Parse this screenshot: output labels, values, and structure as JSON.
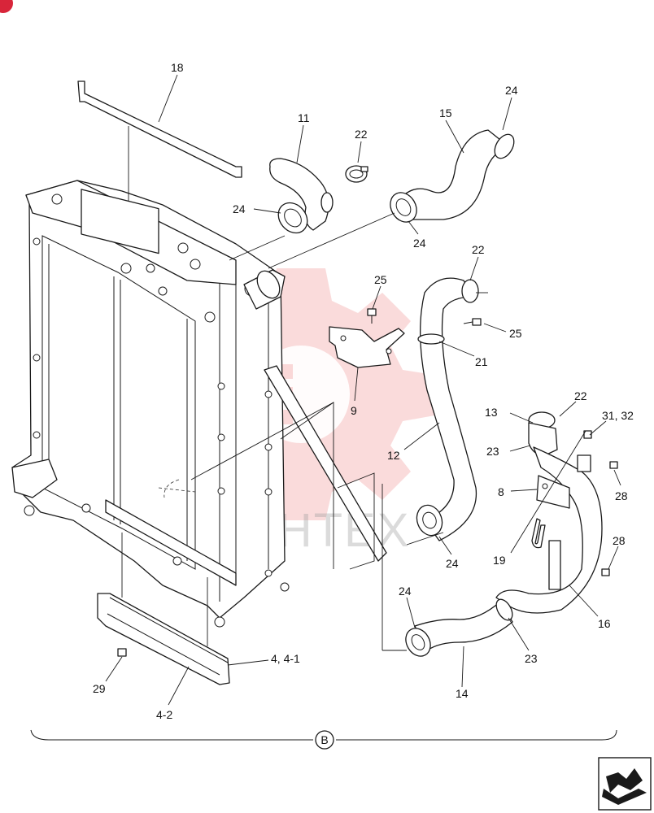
{
  "diagram": {
    "watermark_text": "ИНТЕХ",
    "section_marker": "B",
    "callouts": {
      "c18": "18",
      "c11": "11",
      "c22a": "22",
      "c15": "15",
      "c24a": "24",
      "c24b": "24",
      "c24c": "24",
      "c25a": "25",
      "c22b": "22",
      "c25b": "25",
      "c21": "21",
      "c9": "9",
      "c13": "13",
      "c22c": "22",
      "c3132": "31, 32",
      "c23a": "23",
      "c12": "12",
      "c8": "8",
      "c28a": "28",
      "c28b": "28",
      "c19": "19",
      "c24d": "24",
      "c24e": "24",
      "c16": "16",
      "c23b": "23",
      "c14": "14",
      "c441": "4, 4-1",
      "c29": "29",
      "c42": "4-2"
    }
  }
}
